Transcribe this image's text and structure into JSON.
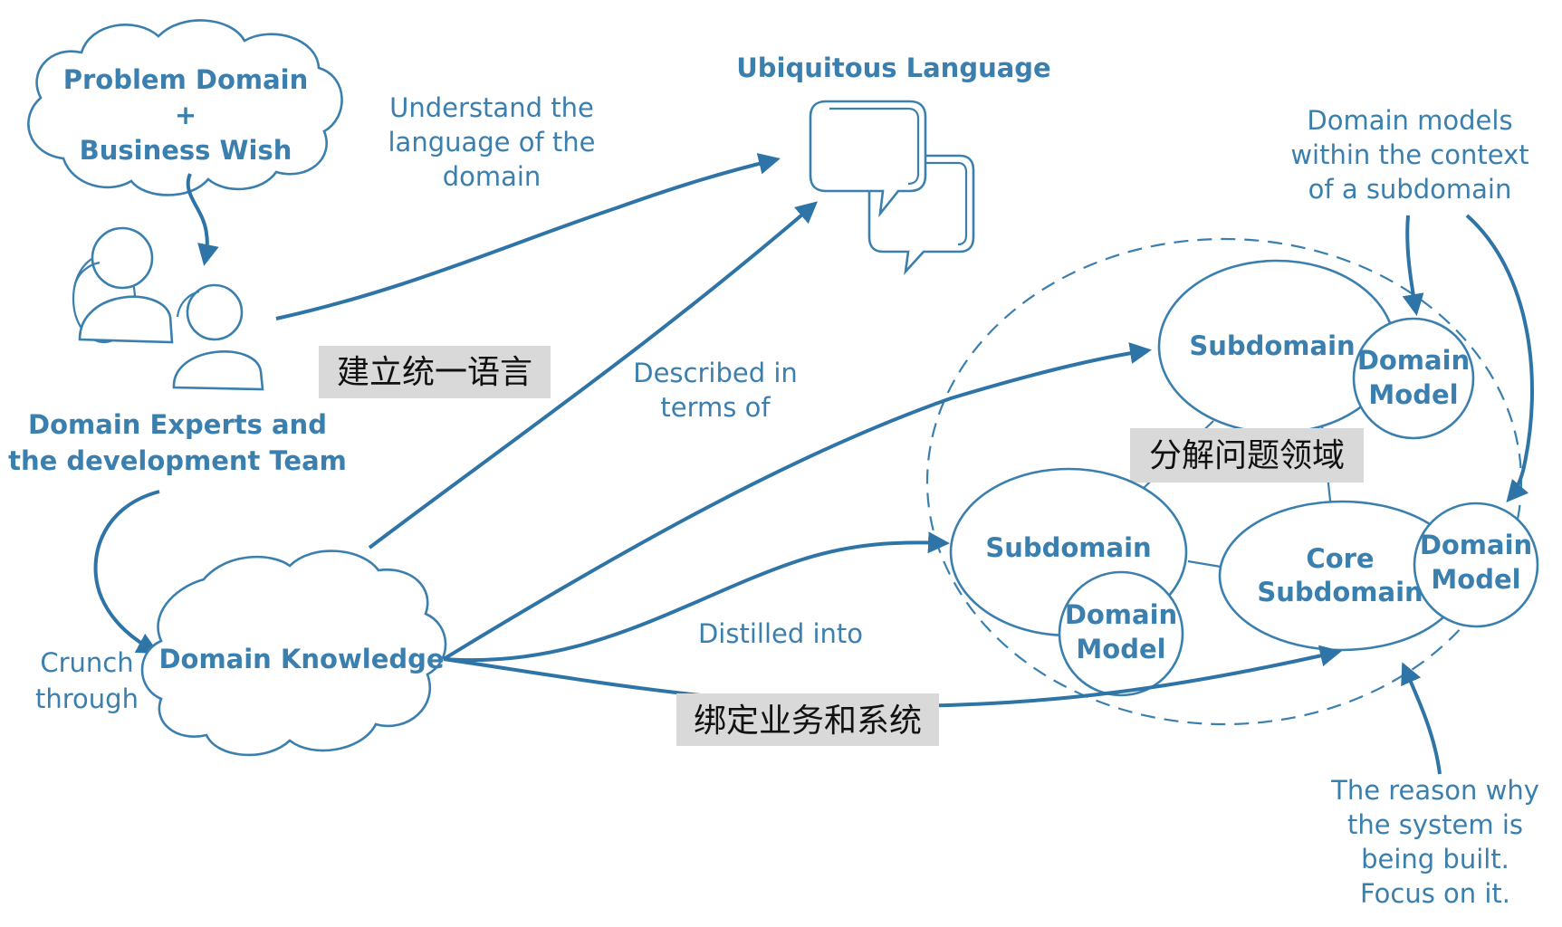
{
  "title": "Ubiquitous Language",
  "problem_cloud": {
    "line1": "Problem Domain",
    "line2": "+",
    "line3": "Business Wish"
  },
  "experts": {
    "line1": "Domain Experts and",
    "line2": "the development Team"
  },
  "understand": {
    "line1": "Understand the",
    "line2": "language of the",
    "line3": "domain"
  },
  "described": {
    "line1": "Described in",
    "line2": "terms of"
  },
  "crunch": {
    "line1": "Crunch",
    "line2": "through"
  },
  "knowledge_cloud": "Domain Knowledge",
  "distilled": "Distilled into",
  "subdomain_top": {
    "label": "Subdomain",
    "model_line1": "Domain",
    "model_line2": "Model"
  },
  "subdomain_left": {
    "label": "Subdomain",
    "model_line1": "Domain",
    "model_line2": "Model"
  },
  "core_subdomain": {
    "line1": "Core",
    "line2": "Subdomain",
    "model_line1": "Domain",
    "model_line2": "Model"
  },
  "models_note": {
    "line1": "Domain models",
    "line2": "within the context",
    "line3": "of a subdomain"
  },
  "reason_note": {
    "line1": "The reason why",
    "line2": "the system is",
    "line3": "being built.",
    "line4": "Focus on it."
  },
  "zh_tags": {
    "language": "建立统一语言",
    "decompose": "分解问题领域",
    "bind": "绑定业务和系统"
  },
  "colors": {
    "line": "#3a7fae",
    "arrow": "#2e74a6",
    "tag_bg": "#d9d9d9",
    "tag_text": "#111111"
  },
  "icons": [
    "people-icon",
    "speech-bubbles-icon",
    "cloud-shape"
  ]
}
